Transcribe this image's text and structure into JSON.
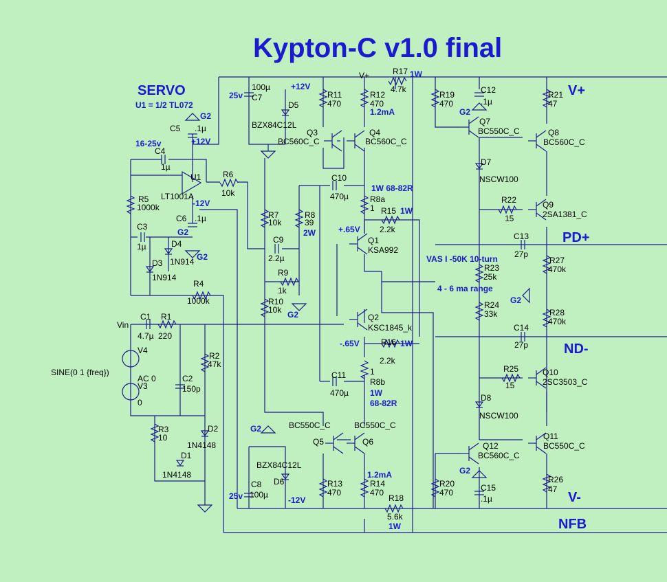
{
  "title": "Kypton-C v1.0 final",
  "servo": {
    "heading": "SERVO",
    "note": "U1 = 1/2 TL072"
  },
  "rail_labels": {
    "vplus": "V+",
    "vminus": "V-",
    "pdplus": "PD+",
    "ndminus": "ND-",
    "nfb": "NFB"
  },
  "notes": {
    "vas": "VAS I -50K 10-turn",
    "vas_range": "4 - 6 ma range",
    "c4_volt": "16-25v",
    "c7_volt": "25v",
    "c8_volt": "25v",
    "i_q4": "1.2mA",
    "i_q6": "1.2mA",
    "v_q1": "+.65V",
    "v_q2": "-.65V",
    "r8a_note": "1W  68-82R",
    "r8b_note1": "1W",
    "r8b_note2": "68-82R",
    "r17_note": "1W",
    "r15_note": "1W",
    "r16_note": "1W",
    "r18_note": "1W",
    "r8_note": "2W"
  },
  "nets": {
    "vplus_top": "V+",
    "p12_top": "+12V",
    "p12_servo": "+12V",
    "m12_servo": "-12V",
    "m12_bot": "-12V",
    "g2_c5": "G2",
    "g2_c6": "G2",
    "g2_d4": "G2",
    "g2_r9": "G2",
    "g2_q7": "G2",
    "g2_mid": "G2",
    "g2_q12": "G2",
    "g2_d6": "G2",
    "vin": "Vin"
  },
  "components": {
    "U1": {
      "ref": "U1",
      "value": "LT1001A"
    },
    "C5": {
      "ref": "C5",
      "value": ".1µ"
    },
    "C4": {
      "ref": "C4",
      "value": "1µ"
    },
    "R5": {
      "ref": "R5",
      "value": "1000k"
    },
    "C3": {
      "ref": "C3",
      "value": "1µ"
    },
    "C6": {
      "ref": "C6",
      "value": ".1µ"
    },
    "D4": {
      "ref": "D4",
      "value": "1N914"
    },
    "D3": {
      "ref": "D3",
      "value": "1N914"
    },
    "R4": {
      "ref": "R4",
      "value": "1000k"
    },
    "R6": {
      "ref": "R6",
      "value": "10k"
    },
    "C7": {
      "ref": "C7",
      "value": "100µ"
    },
    "D5": {
      "ref": "D5",
      "value": "BZX84C12L"
    },
    "R11": {
      "ref": "R11",
      "value": "470"
    },
    "R12": {
      "ref": "R12",
      "value": "470"
    },
    "Q3": {
      "ref": "Q3",
      "value": "BC560C_C"
    },
    "Q4": {
      "ref": "Q4",
      "value": "BC560C_C"
    },
    "R17": {
      "ref": "R17",
      "value": "4.7k"
    },
    "R19": {
      "ref": "R19",
      "value": "470"
    },
    "C12": {
      "ref": "C12",
      "value": ".1µ"
    },
    "R21": {
      "ref": "R21",
      "value": "47"
    },
    "Q7": {
      "ref": "Q7",
      "value": "BC550C_C"
    },
    "Q8": {
      "ref": "Q8",
      "value": "BC560C_C"
    },
    "D7": {
      "ref": "D7",
      "value": "NSCW100"
    },
    "R22": {
      "ref": "R22",
      "value": "15"
    },
    "Q9": {
      "ref": "Q9",
      "value": "2SA1381_C"
    },
    "C10": {
      "ref": "C10",
      "value": "470µ"
    },
    "R8a": {
      "ref": "R8a",
      "value": "1"
    },
    "R15": {
      "ref": "R15",
      "value": "2.2k"
    },
    "R7": {
      "ref": "R7",
      "value": "10k"
    },
    "R8": {
      "ref": "R8",
      "value": "39"
    },
    "C9": {
      "ref": "C9",
      "value": "2.2µ"
    },
    "R9": {
      "ref": "R9",
      "value": "1k"
    },
    "R10": {
      "ref": "R10",
      "value": "10k"
    },
    "Q1": {
      "ref": "Q1",
      "value": "KSA992"
    },
    "C13": {
      "ref": "C13",
      "value": "27p"
    },
    "R23": {
      "ref": "R23",
      "value": "25k"
    },
    "R27": {
      "ref": "R27",
      "value": "470k"
    },
    "R24": {
      "ref": "R24",
      "value": "33k"
    },
    "R28": {
      "ref": "R28",
      "value": "470k"
    },
    "C14": {
      "ref": "C14",
      "value": "27p"
    },
    "Q2": {
      "ref": "Q2",
      "value": "KSC1845_k"
    },
    "R16": {
      "ref": "R16",
      "value": "2.2k"
    },
    "C1": {
      "ref": "C1",
      "value": "4.7µ"
    },
    "R1": {
      "ref": "R1",
      "value": "220"
    },
    "V4": {
      "ref": "V4",
      "value": "SINE(0 1 {freq})"
    },
    "V3": {
      "ref": "V3",
      "value": "0",
      "ac": "AC 0"
    },
    "C2": {
      "ref": "C2",
      "value": "150p"
    },
    "R2": {
      "ref": "R2",
      "value": "47k"
    },
    "C11": {
      "ref": "C11",
      "value": "470µ"
    },
    "R8b": {
      "ref": "R8b",
      "value": ""
    },
    "R25": {
      "ref": "R25",
      "value": "15"
    },
    "Q10": {
      "ref": "Q10",
      "value": "2SC3503_C"
    },
    "D8": {
      "ref": "D8",
      "value": "NSCW100"
    },
    "R3": {
      "ref": "R3",
      "value": "10"
    },
    "D2": {
      "ref": "D2",
      "value": "1N4148"
    },
    "D1": {
      "ref": "D1",
      "value": "1N4148"
    },
    "Q5": {
      "ref": "Q5",
      "value": "BC550C_C"
    },
    "Q6": {
      "ref": "Q6",
      "value": "BC550C_C"
    },
    "D6": {
      "ref": "D6",
      "value": "BZX84C12L"
    },
    "C8": {
      "ref": "C8",
      "value": "100µ"
    },
    "Q12": {
      "ref": "Q12",
      "value": "BC560C_C"
    },
    "Q11": {
      "ref": "Q11",
      "value": "BC550C_C"
    },
    "C15": {
      "ref": "C15",
      "value": ".1µ"
    },
    "R13": {
      "ref": "R13",
      "value": "470"
    },
    "R14": {
      "ref": "R14",
      "value": "470"
    },
    "R18": {
      "ref": "R18",
      "value": "5.6k"
    },
    "R20": {
      "ref": "R20",
      "value": "470"
    },
    "R26": {
      "ref": "R26",
      "value": "47"
    }
  },
  "colors": {
    "background": "#c0f0c0",
    "wire": "#1b1b8a",
    "accent": "#1a1ad0"
  }
}
